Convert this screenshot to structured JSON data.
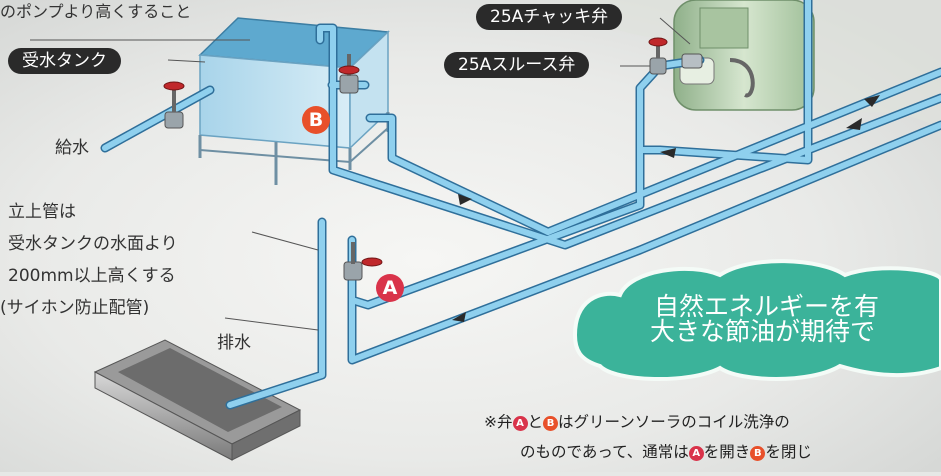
{
  "top_note": "のポンプより高くすること",
  "labels": {
    "check_valve": "25Aチャッキ弁",
    "sluice_valve": "25Aスルース弁",
    "receiving_tank": "受水タンク",
    "water_supply": "給水",
    "riser_line1": "立上管は",
    "riser_line2": "受水タンクの水面より",
    "riser_line3": "200mm以上高くする",
    "riser_line4": "(サイホン防止配管)",
    "drain": "排水"
  },
  "markers": {
    "a": "A",
    "b": "B"
  },
  "banner": {
    "line1": "自然エネルギーを有",
    "line2": "大きな節油が期待で"
  },
  "footnote": {
    "prefix": "※弁",
    "valve_a": "A",
    "and": "と",
    "valve_b": "B",
    "rest1": "はグリーンソーラのコイル洗浄の",
    "line2_part1": "のものであって、通常は",
    "line2_part2": "を開き",
    "line2_part3": "を閉じ"
  },
  "colors": {
    "pipe": "#7fc8ea",
    "pipe_outline": "#2f6f9a",
    "marker": "#e8502a",
    "marker_a": "#d9334a",
    "banner": "#3bb39a",
    "label_pill": "#2a2a2a"
  }
}
